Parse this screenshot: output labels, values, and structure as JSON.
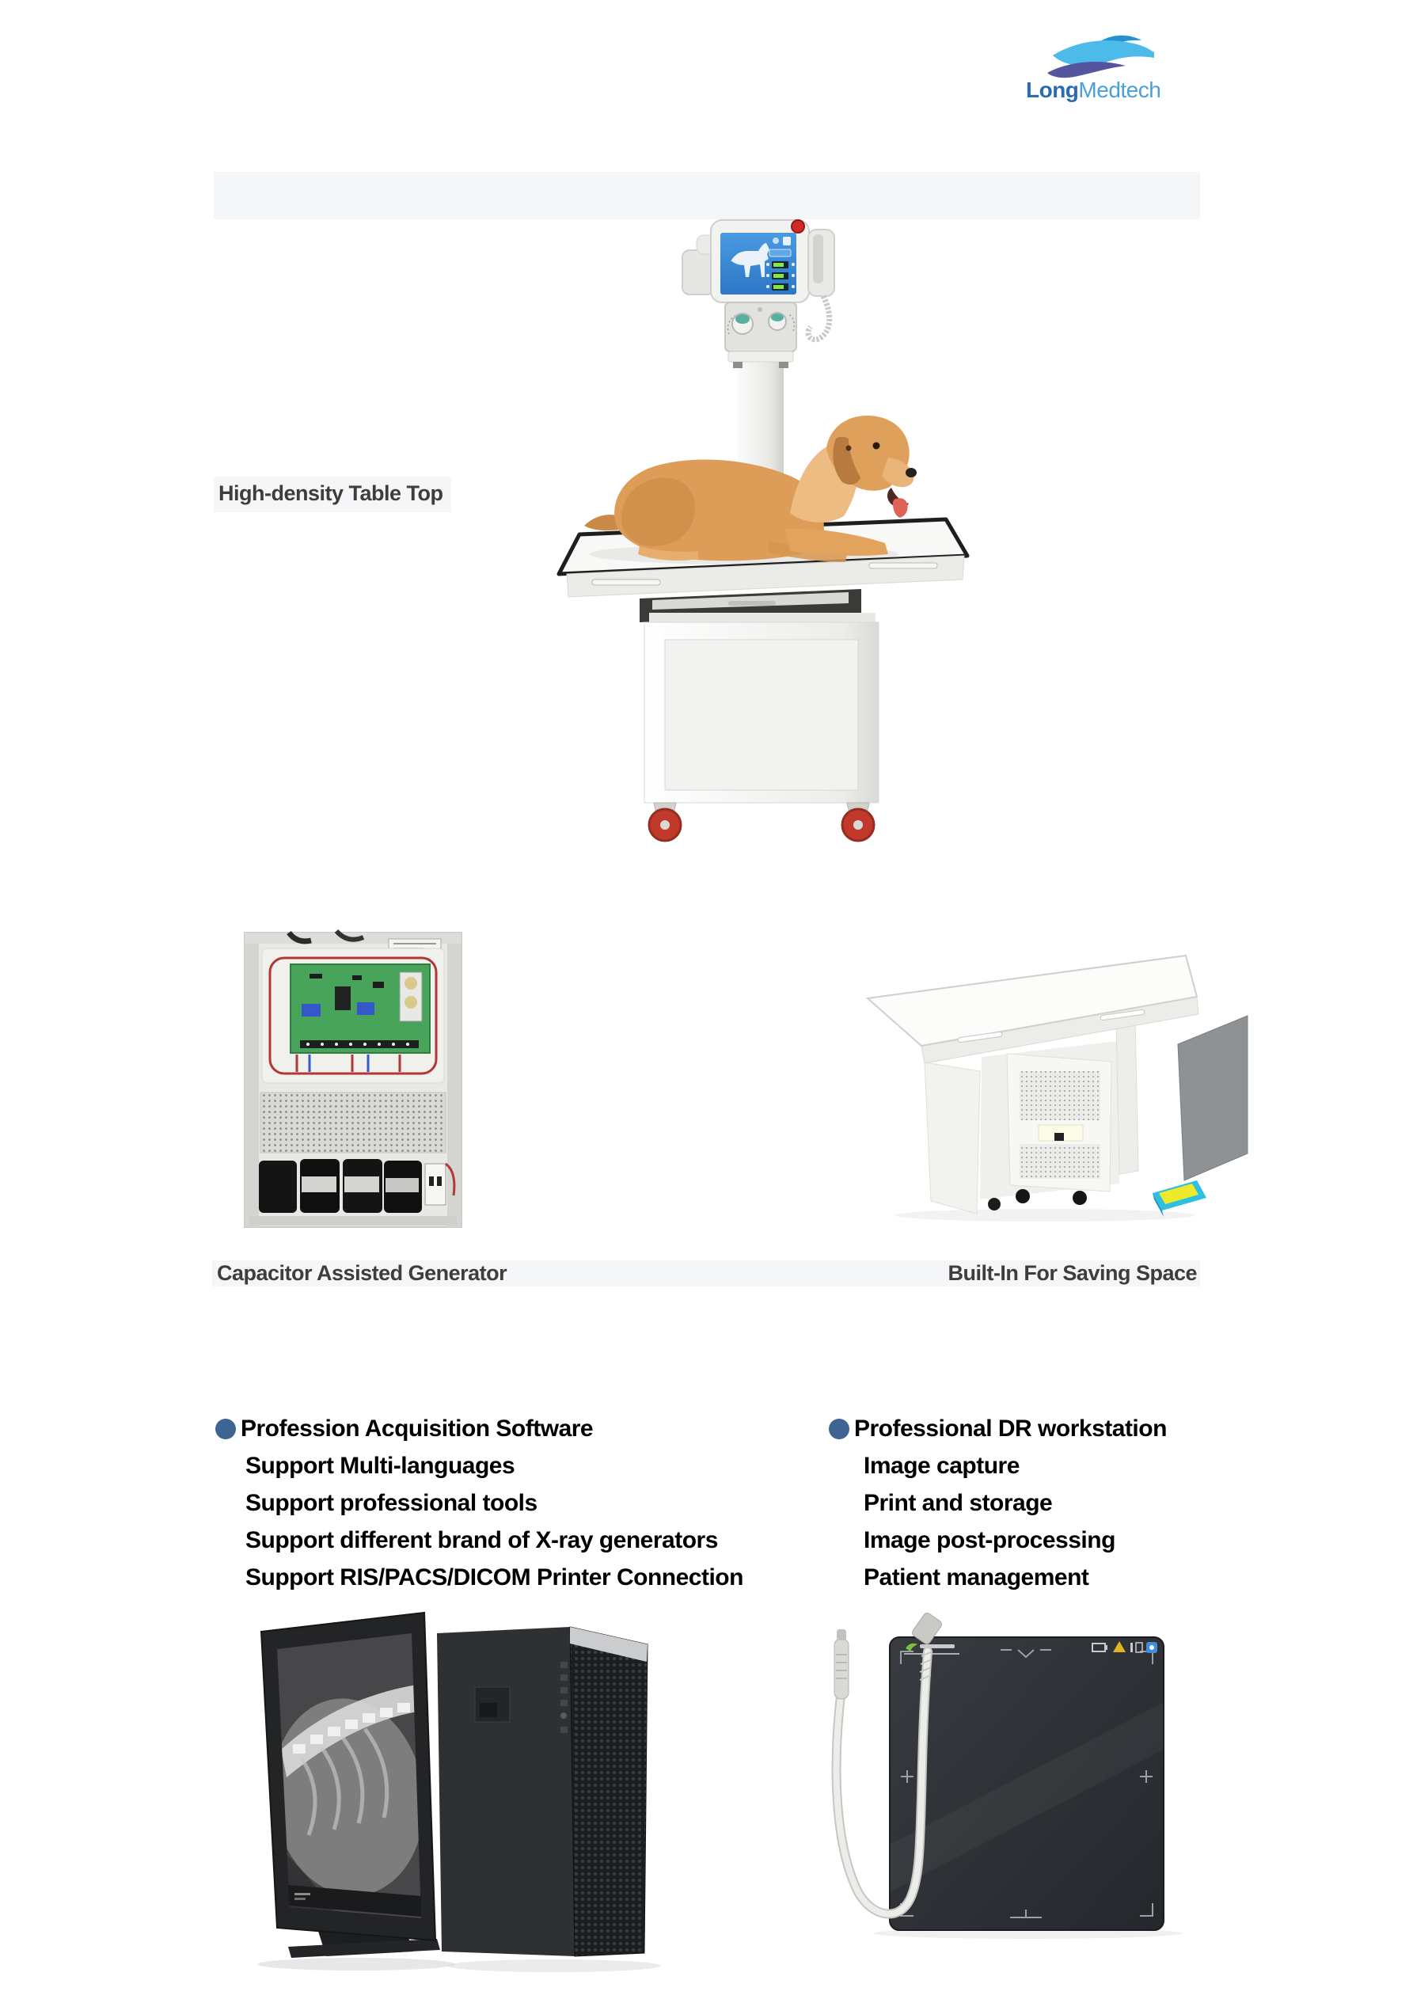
{
  "logo": {
    "brand_primary": "Long",
    "brand_secondary": "Medtech",
    "icon": "swoosh-bird-icon",
    "colors": {
      "primary": "#2a6cb4",
      "secondary": "#4aa0d8",
      "swoosh_light": "#4cbbe9",
      "swoosh_mid": "#2293cf",
      "swoosh_purple": "#55549f"
    }
  },
  "hero": {
    "label": "High-density Table Top"
  },
  "captions": {
    "left": "Capacitor Assisted Generator",
    "right": "Built-In For Saving Space"
  },
  "software_list": {
    "heading": "Profession Acquisition Software",
    "items": [
      "Support Multi-languages",
      "Support professional tools",
      "Support different brand of X-ray generators",
      "Support RIS/PACS/DICOM Printer Connection"
    ]
  },
  "workstation_list": {
    "heading": "Professional DR workstation",
    "items": [
      "Image capture",
      "Print and storage",
      "Image post-processing",
      "Patient management"
    ]
  },
  "figures": {
    "hero": "vet-xray-system-with-dog",
    "generator": "capacitor-generator-internals",
    "builtin": "table-with-built-in-generator-and-flat-panel",
    "workstation": "medical-monitor-and-tower-pc",
    "detector": "flat-panel-detector-with-cable"
  },
  "accent": {
    "bullet": "#3e6494",
    "band": "#f5f6f8",
    "text_dark": "#3d3d3d"
  }
}
